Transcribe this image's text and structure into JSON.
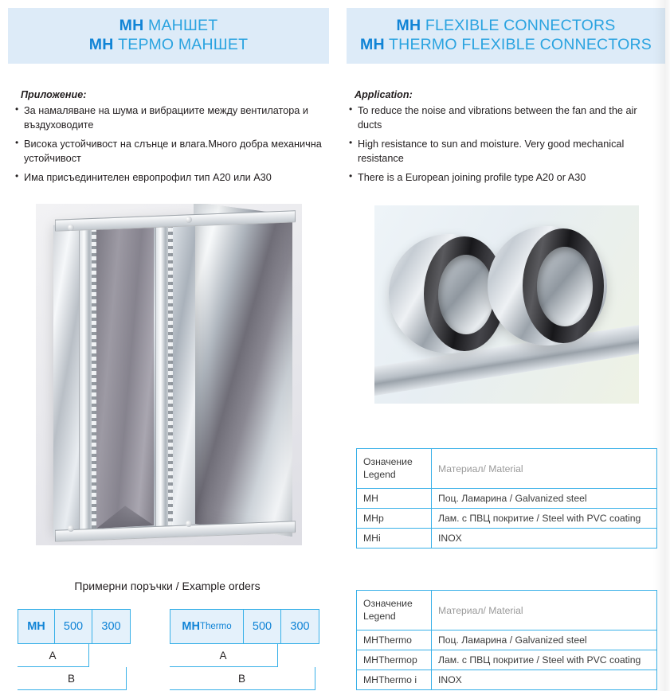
{
  "banners": {
    "left": {
      "lines": [
        {
          "code": "MH",
          "text": " МАНШЕТ"
        },
        {
          "code": "MH",
          "text": " ТЕРМО МАНШЕТ"
        }
      ]
    },
    "right": {
      "lines": [
        {
          "code": "MH",
          "text": " FLEXIBLE CONNECTORS"
        },
        {
          "code": "MH",
          "text": " THERMO FLEXIBLE CONNECTORS"
        }
      ]
    }
  },
  "application": {
    "left": {
      "title": "Приложение:",
      "bullets": [
        "За намаляване на шума и вибрациите между вентилатора и въздуховодите",
        "Висока устойчивост на слънце и влага.Много добра механична устойчивост",
        "Има присъединителен европрофил тип А20 или А30"
      ]
    },
    "right": {
      "title": "Application:",
      "bullets": [
        "To reduce the noise and vibrations between the fan and the air ducts",
        "High resistance to sun and moisture. Very good mechanical resistance",
        "There is a European joining profile type A20 or A30"
      ]
    }
  },
  "photos": {
    "left_alt": "rectangular-flexible-connector-photo",
    "right_alt": "round-flexible-connectors-photo"
  },
  "tables": [
    {
      "header": {
        "code": "Означение\nLegend",
        "material": "Материал/ Material"
      },
      "rows": [
        {
          "code": "MH",
          "material": "Поц. Ламарина / Galvanized steel"
        },
        {
          "code": "MHp",
          "material": "Лам. с ПВЦ покритие / Steel with PVC coating"
        },
        {
          "code": "MHi",
          "material": "INOX"
        }
      ]
    },
    {
      "header": {
        "code": "Означение\nLegend",
        "material": "Материал/ Material"
      },
      "rows": [
        {
          "code": "MHThermo",
          "material": "Поц. Ламарина / Galvanized steel"
        },
        {
          "code": "MHThermop",
          "material": "Лам. с ПВЦ покритие / Steel with PVC coating"
        },
        {
          "code": "MHThermo i",
          "material": "INOX"
        }
      ]
    }
  ],
  "examples": {
    "title": "Примерни поръчки / Example orders",
    "orders": [
      {
        "code_big": "MH",
        "code_small": "",
        "a_value": "500",
        "b_value": "300",
        "a_label": "A",
        "b_label": "B"
      },
      {
        "code_big": "MH",
        "code_small": "Thermo",
        "a_value": "500",
        "b_value": "300",
        "a_label": "A",
        "b_label": "B"
      }
    ]
  },
  "colors": {
    "accent_blue": "#1184d6",
    "light_blue": "#2aa3e0",
    "banner_bg": "#ddebf8",
    "table_border": "#38b0e8",
    "box_fill": "#e4f1fb"
  }
}
